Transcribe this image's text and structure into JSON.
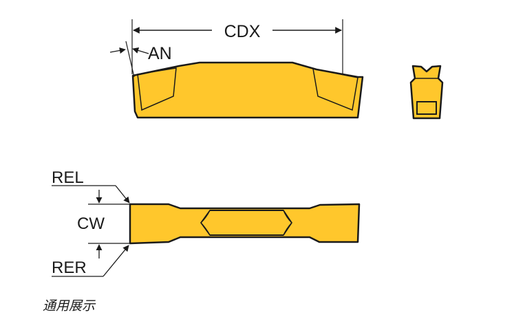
{
  "colors": {
    "insert_fill": "#ffc72c",
    "outline": "#1a1a1a",
    "dimension_line": "#1a1a1a"
  },
  "labels": {
    "cdx": "CDX",
    "an": "AN",
    "rel": "REL",
    "cw": "CW",
    "rer": "RER"
  },
  "caption": "通用展示"
}
